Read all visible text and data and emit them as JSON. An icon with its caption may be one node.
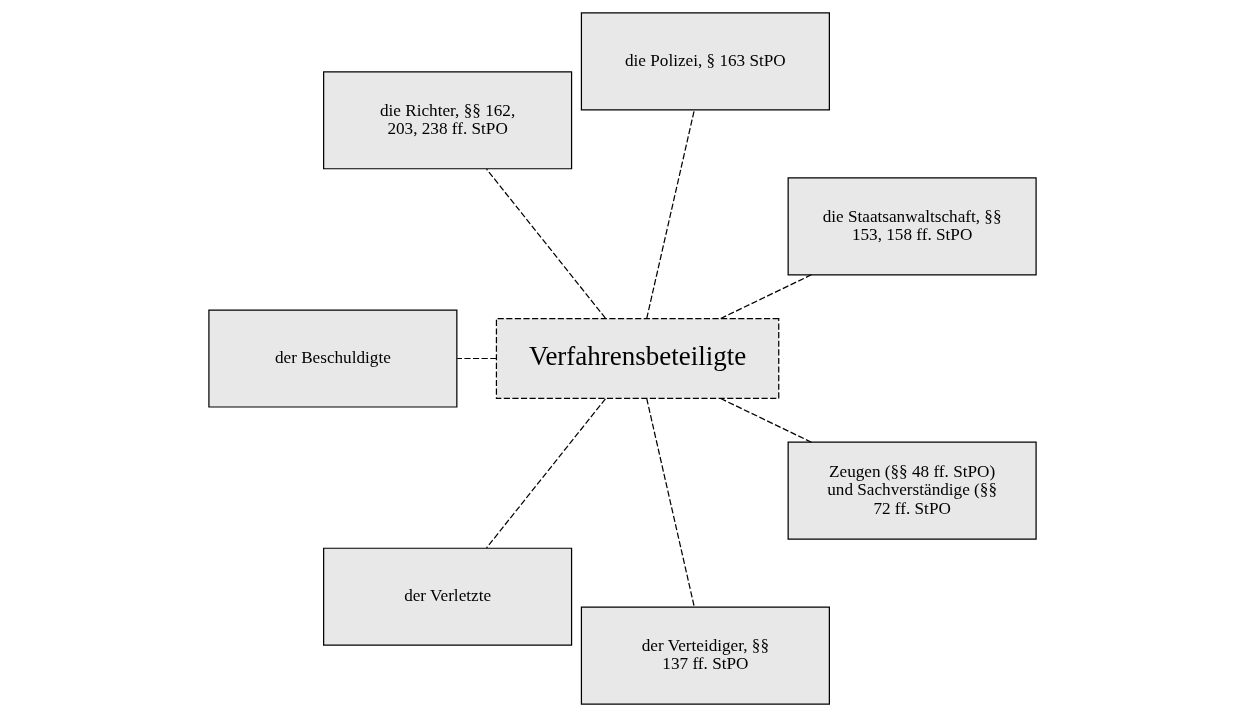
{
  "diagram": {
    "nodes": [
      {
        "text": [
          "die Staatsanwaltschaft, §§ 153, 158 ff. StPO"
        ]
      },
      {
        "text": [
          "die Polizei, § 163 StPO"
        ]
      },
      {
        "text": [
          "die Richter, §§ 162, 203, 238 ff. StPO"
        ]
      },
      {
        "text": [
          "Verfahrensbeteiligte"
        ]
      },
      {
        "text": [
          "der Beschuldigte"
        ]
      },
      {
        "text": [
          "der Verletzte"
        ]
      },
      {
        "text": [
          "der Verteidiger, §§ 137 ff. StPO"
        ]
      },
      {
        "text": [
          "Zeugen (§§ 48 ff. StPO) und Sachverständige (§§ 72 ff. StPO"
        ]
      }
    ],
    "edges": [
      {
        "from": 3,
        "to": 0,
        "arrow": "none",
        "style": "dashed"
      },
      {
        "from": 3,
        "to": 1,
        "arrow": "none",
        "style": "dashed"
      },
      {
        "from": 3,
        "to": 2,
        "arrow": "none",
        "style": "dashed"
      },
      {
        "from": 3,
        "to": 4,
        "arrow": "none",
        "style": "dashed"
      },
      {
        "from": 3,
        "to": 5,
        "arrow": "none",
        "style": "dashed"
      },
      {
        "from": 3,
        "to": 6,
        "arrow": "none",
        "style": "dashed"
      },
      {
        "from": 3,
        "to": 7,
        "arrow": "none",
        "style": "dashed"
      }
    ]
  }
}
